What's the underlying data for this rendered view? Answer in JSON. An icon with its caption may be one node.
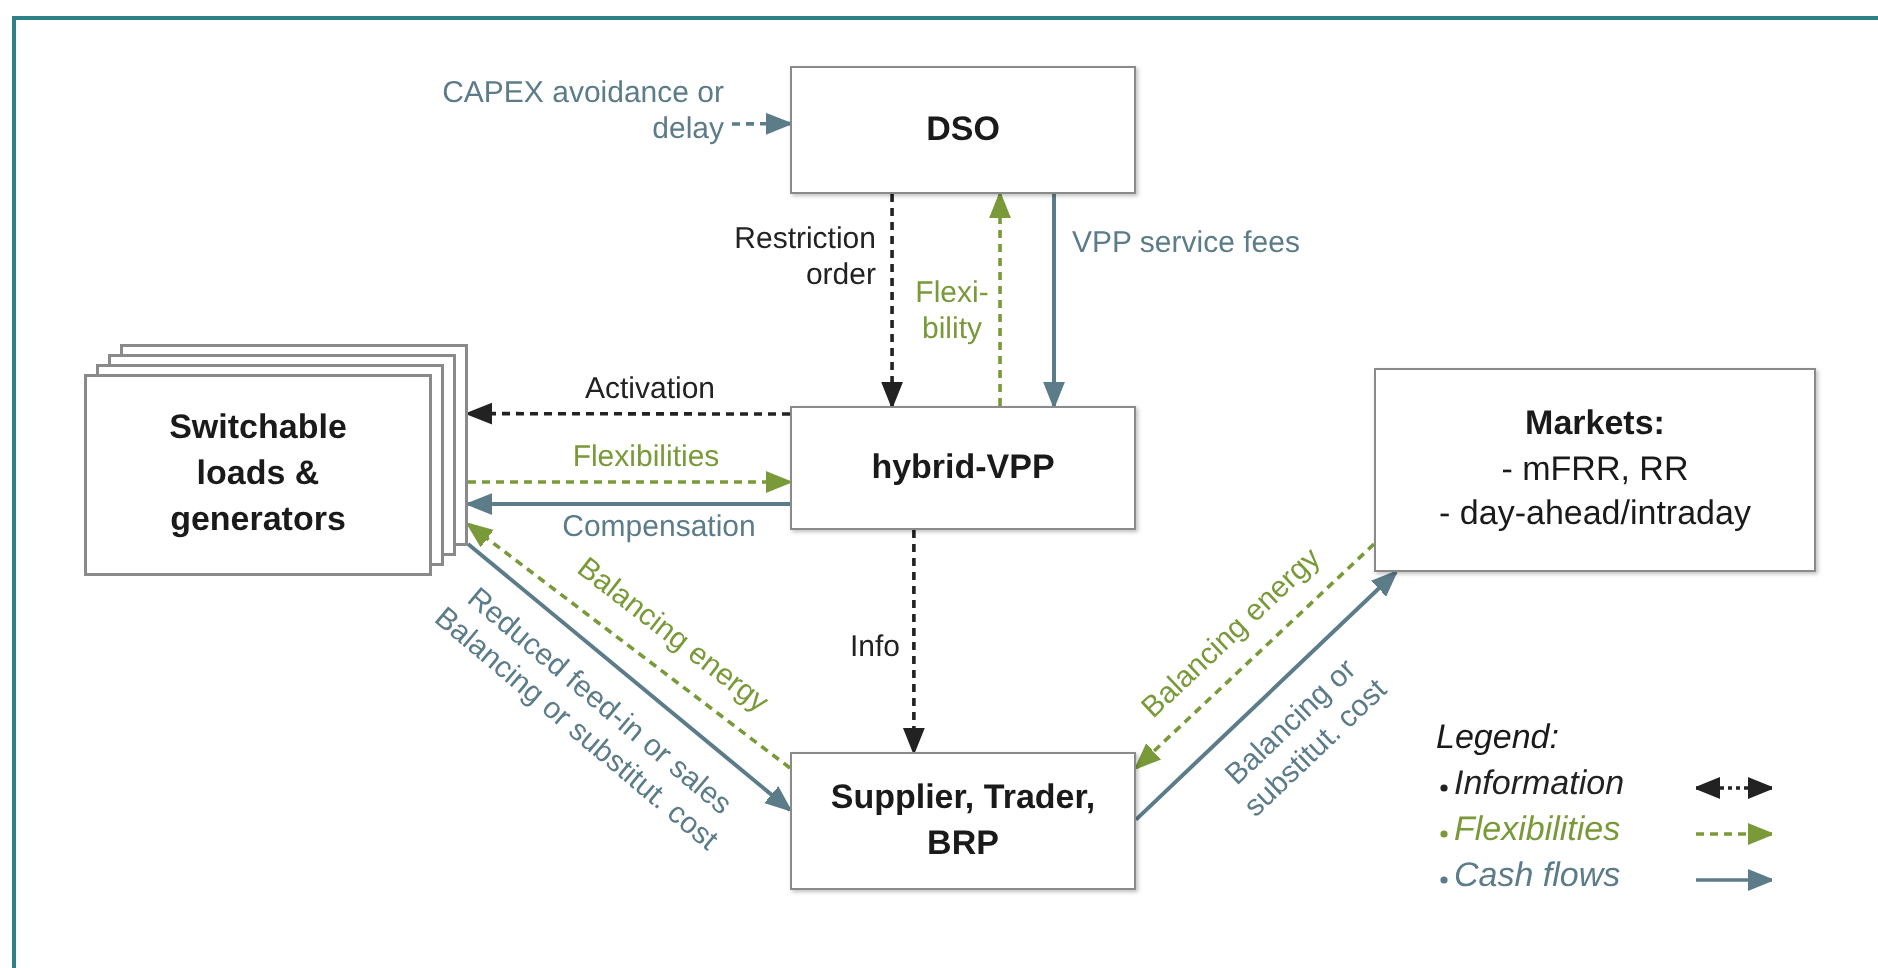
{
  "diagram": {
    "nodes": [
      {
        "text": [
          "DSO"
        ]
      },
      {
        "text": [
          "Switchable loads & generators"
        ]
      },
      {
        "text": [
          "hybrid-VPP"
        ]
      },
      {
        "text": [
          "Markets:",
          "- mFRR, RR",
          "- day-ahead/intraday"
        ]
      },
      {
        "text": [
          "Supplier, Trader, BRP"
        ]
      }
    ],
    "edges": [
      {
        "from": null,
        "to": 0,
        "arrow": "to",
        "label": "CAPEX avoidance or delay",
        "style": "dashed"
      },
      {
        "from": 0,
        "to": 2,
        "arrow": "to",
        "label": "Restriction order",
        "style": "dashed",
        "color": "#222222"
      },
      {
        "from": 2,
        "to": 0,
        "arrow": "to",
        "label": "Flexi- bility",
        "style": "dashed",
        "color": "#7a9a3a"
      },
      {
        "from": 0,
        "to": 2,
        "arrow": "to",
        "label": "VPP service fees"
      },
      {
        "from": 2,
        "to": 1,
        "arrow": "to",
        "label": "Activation",
        "style": "dashed",
        "color": "#222222"
      },
      {
        "from": 1,
        "to": 2,
        "arrow": "to",
        "label": "Flexibilities",
        "style": "dashed",
        "color": "#7a9a3a"
      },
      {
        "from": 2,
        "to": 1,
        "arrow": "to",
        "label": "Compensation"
      },
      {
        "from": 2,
        "to": 4,
        "arrow": "to",
        "label": "Info",
        "style": "dashed",
        "color": "#222222"
      },
      {
        "from": 4,
        "to": 1,
        "arrow": "to",
        "label": "Balancing energy",
        "style": "dashed",
        "color": "#7a9a3a"
      },
      {
        "from": 1,
        "to": 4,
        "arrow": "to",
        "label": "Reduced feed-in or sales Balancing or substitut. cost"
      },
      {
        "from": 3,
        "to": 4,
        "arrow": "to",
        "label": "Balancing energy",
        "style": "dashed",
        "color": "#7a9a3a"
      },
      {
        "from": 4,
        "to": 3,
        "arrow": "to",
        "label": "Balancing or substitut. cost"
      }
    ],
    "labels": [
      "Legend:"
    ],
    "legend": [
      {
        "text": "Information"
      },
      {
        "text": "Flexibilities"
      },
      {
        "text": "Cash flows"
      }
    ]
  }
}
